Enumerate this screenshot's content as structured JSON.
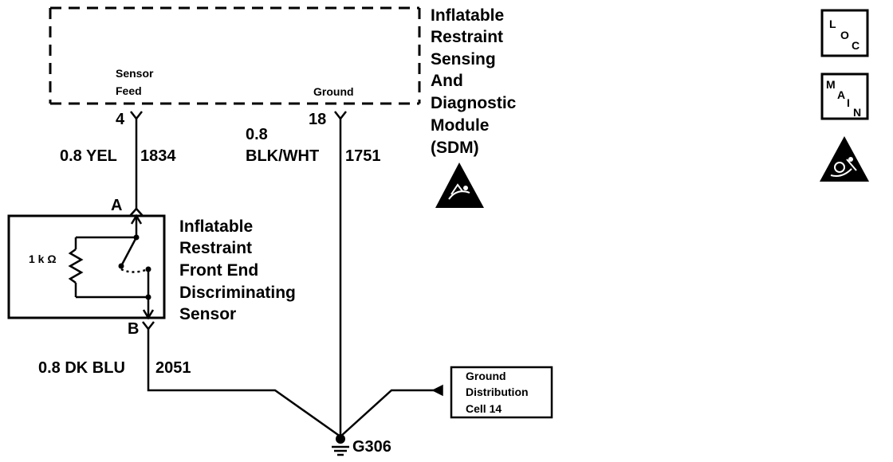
{
  "sdm": {
    "lines": [
      "Inflatable",
      "Restraint",
      "Sensing",
      "And",
      "Diagnostic",
      "Module",
      "(SDM)"
    ],
    "sensor_feed_lines": [
      "Sensor",
      "Feed"
    ],
    "ground_label": "Ground"
  },
  "pins": {
    "sdm_sensor_feed": "4",
    "sdm_ground": "18",
    "sensor_a": "A",
    "sensor_b": "B"
  },
  "wires": {
    "yel_color": "0.8 YEL",
    "yel_circuit": "1834",
    "blkwht_gauge": "0.8",
    "blkwht_color": "BLK/WHT",
    "blkwht_circuit": "1751",
    "dkblu_color": "0.8 DK BLU",
    "dkblu_circuit": "2051"
  },
  "sensor": {
    "lines": [
      "Inflatable",
      "Restraint",
      "Front End",
      "Discriminating",
      "Sensor"
    ],
    "resistor_label": "1 k Ω"
  },
  "ground_distribution": {
    "lines": [
      "Ground",
      "Distribution",
      "Cell 14"
    ]
  },
  "ground_point": {
    "label": "G306"
  },
  "icons": {
    "loc": {
      "letters": [
        "L",
        "O",
        "C"
      ]
    },
    "main": {
      "letters": [
        "M",
        "A",
        "I",
        "N"
      ]
    }
  }
}
